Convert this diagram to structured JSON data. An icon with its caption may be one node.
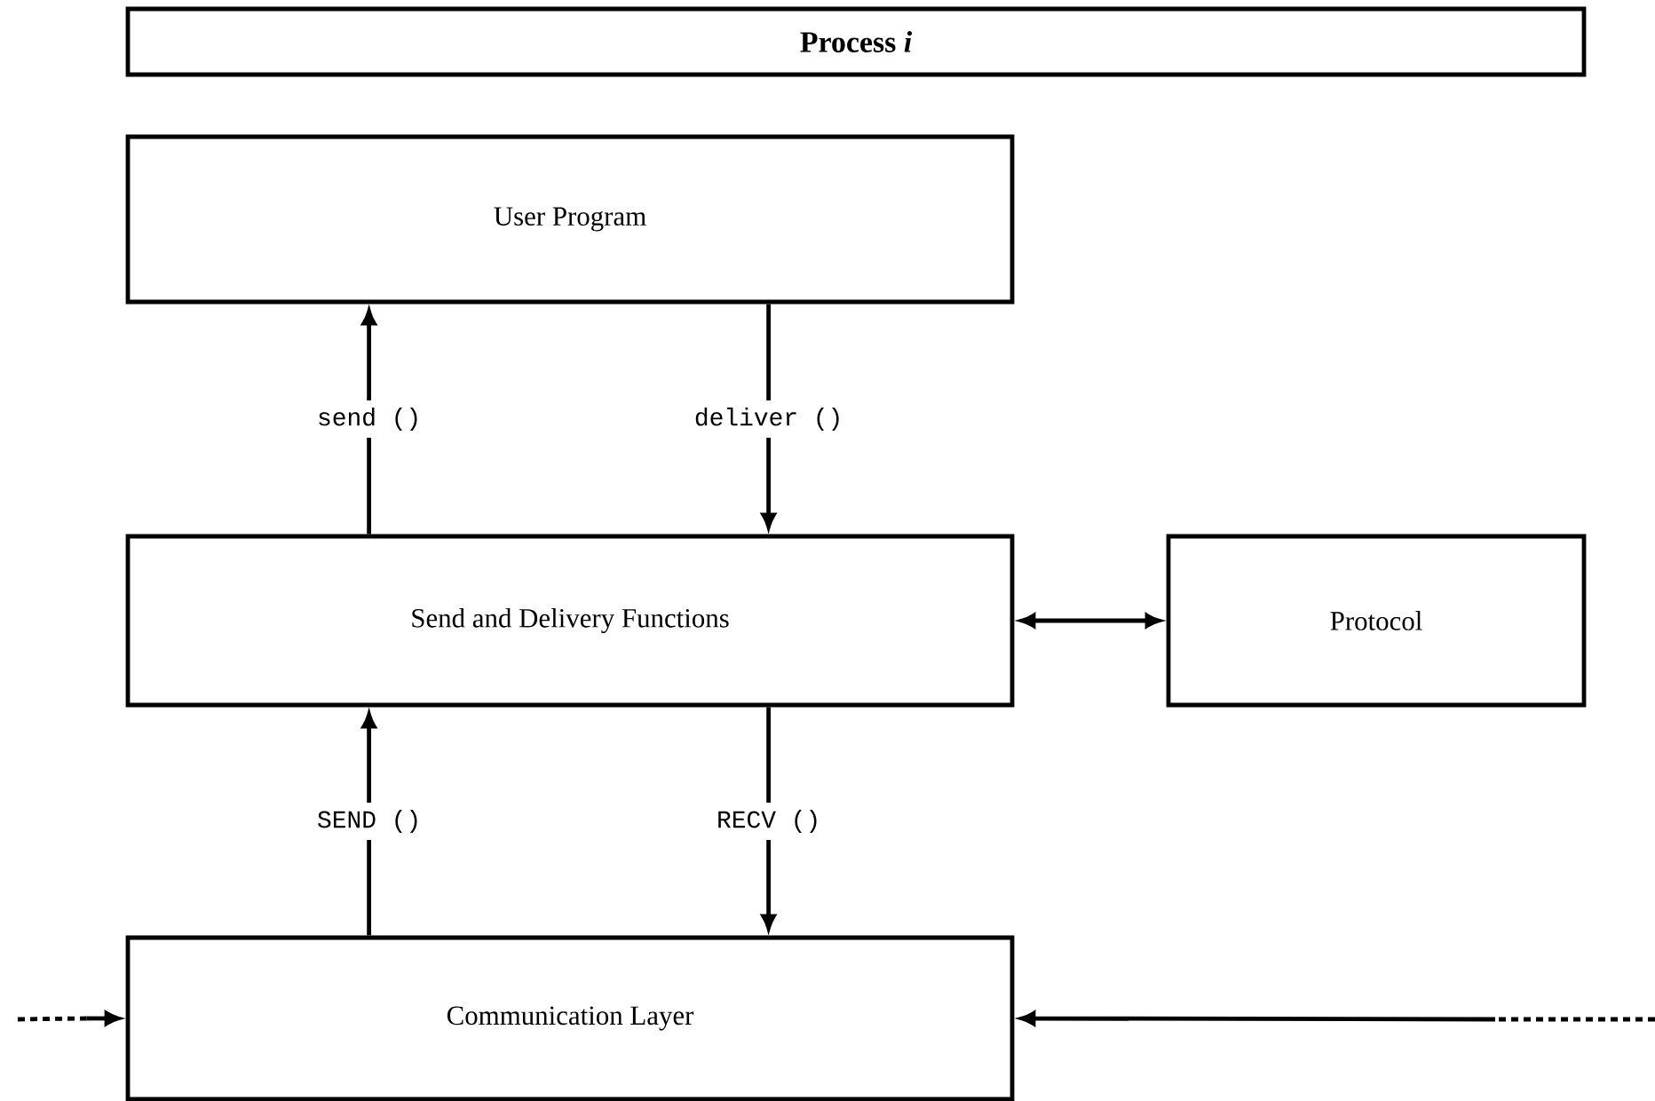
{
  "diagram": {
    "title": "Process *i*",
    "nodes": [
      {
        "text": [
          "User Program"
        ]
      },
      {
        "text": [
          "Send and Delivery Functions"
        ]
      },
      {
        "text": [
          "Protocol"
        ]
      },
      {
        "text": [
          "Communication Layer"
        ]
      }
    ],
    "edges": [
      {
        "from": 1,
        "to": 0,
        "arrow": "to",
        "label": "send ()"
      },
      {
        "from": 0,
        "to": 1,
        "arrow": "to",
        "label": "deliver ()"
      },
      {
        "from": 1,
        "to": 2,
        "arrow": "both"
      },
      {
        "from": 3,
        "to": 1,
        "arrow": "to",
        "label": "SEND ()"
      },
      {
        "from": 1,
        "to": 3,
        "arrow": "to",
        "label": "RECV ()"
      },
      {
        "from": null,
        "to": 3,
        "arrow": "to",
        "style": "dashed"
      },
      {
        "from": null,
        "to": 3,
        "arrow": "to"
      }
    ]
  }
}
